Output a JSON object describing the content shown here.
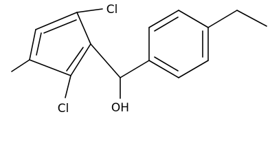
{
  "molecule": {
    "atoms": {
      "cl_top": "Cl",
      "cl_bottom": "Cl",
      "hydroxyl": "OH"
    }
  }
}
